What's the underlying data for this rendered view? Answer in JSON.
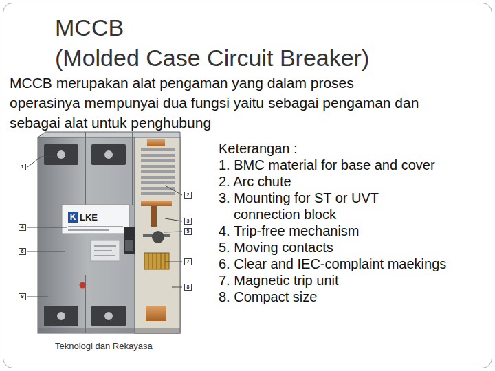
{
  "diagram": {
    "title": "MCCB (Molded Case Circuit Breaker)",
    "labels": [
      "MCCB merupakan alat pengaman yang dalam proses operasinya mempunyai dua fungsi yaitu sebagai pengaman dan sebagai alat untuk penghubung",
      "Keterangan :",
      "1. BMC material for base and cover",
      "2. Arc chute",
      "3. Mounting for ST or UVT connection block",
      "4. Trip-free mechanism",
      "5. Moving contacts",
      "6. Clear and IEC-complaint maekings",
      "7. Magnetic trip unit",
      "8. Compact size",
      "1",
      "2",
      "3",
      "4",
      "5",
      "6",
      "7",
      "8",
      "9",
      "K",
      "LKE",
      "Teknologi dan Rekayasa"
    ]
  }
}
